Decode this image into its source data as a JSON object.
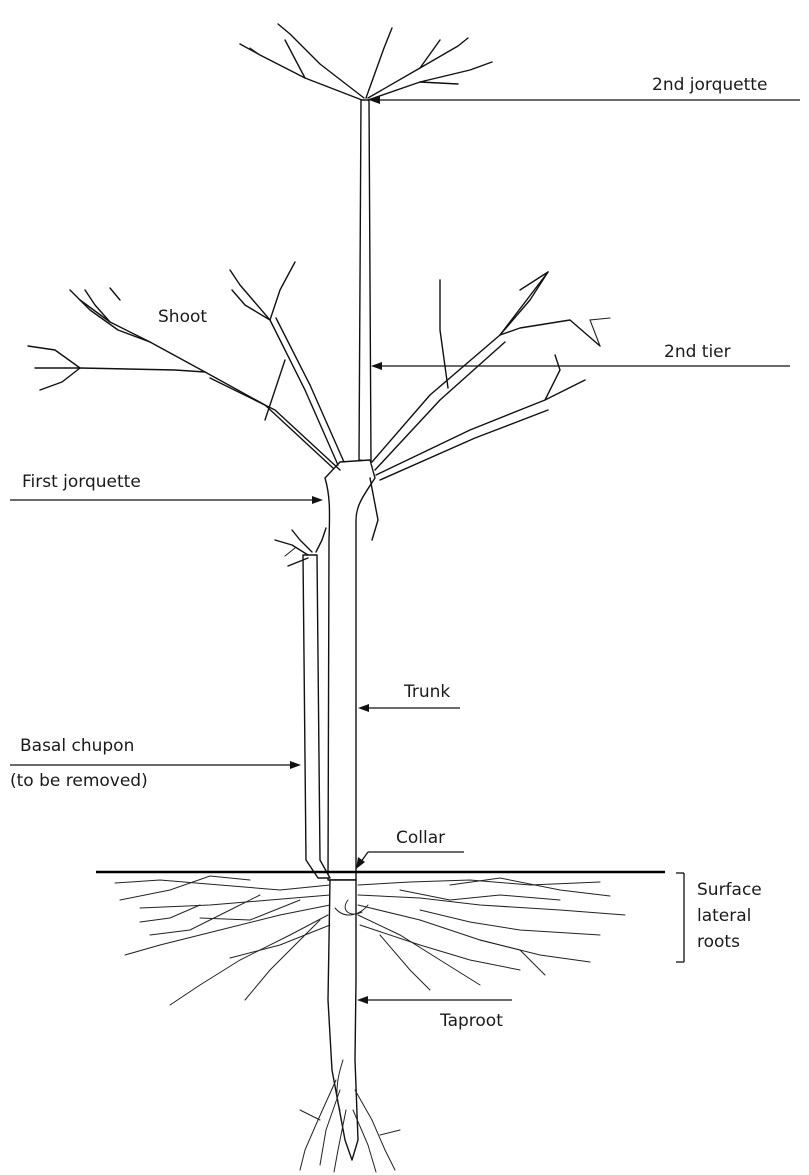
{
  "labels": {
    "second_jorquette": "2nd jorquette",
    "shoot": "Shoot",
    "second_tier": "2nd tier",
    "first_jorquette": "First jorquette",
    "trunk": "Trunk",
    "basal_chupon_line1": "Basal chupon",
    "basal_chupon_line2": "(to be removed)",
    "collar": "Collar",
    "surface_lateral_roots_line1": "Surface",
    "surface_lateral_roots_line2": "lateral",
    "surface_lateral_roots_line3": "roots",
    "taproot": "Taproot"
  },
  "colors": {
    "ink": "#111111",
    "background": "#ffffff"
  }
}
